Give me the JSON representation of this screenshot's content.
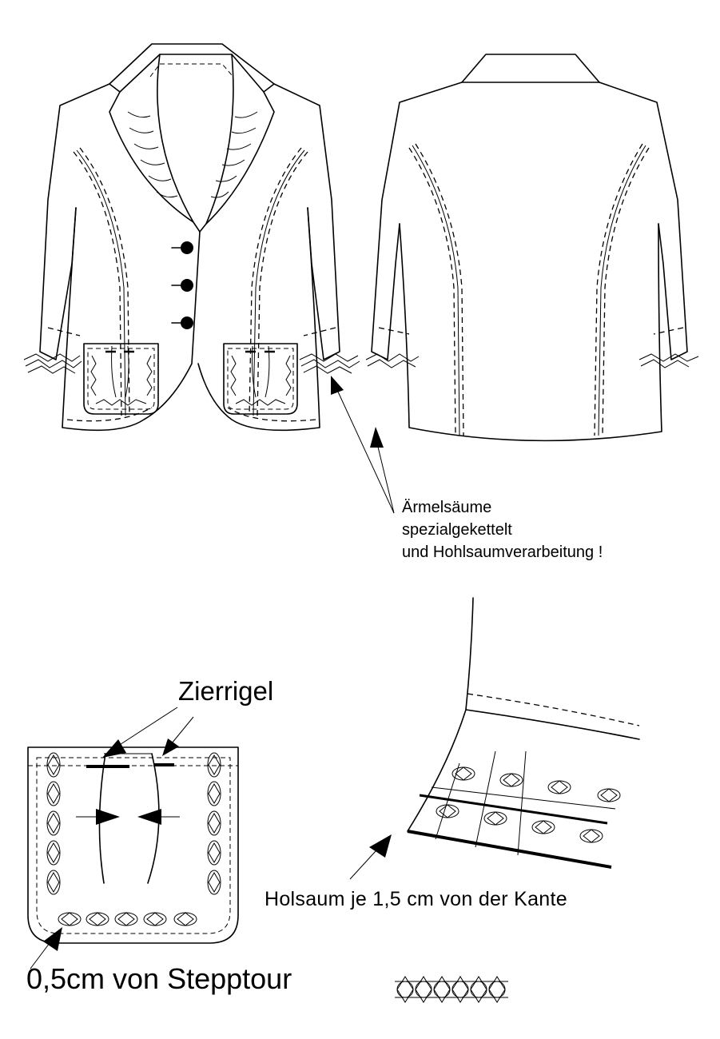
{
  "labels": {
    "sleeve_note": [
      "Ärmelsäume",
      "spezialgekettelt",
      "und Hohlsaumverarbeitung !"
    ],
    "zierrigel": "Zierrigel",
    "holsaum": "Holsaum je 1,5 cm von der Kante",
    "stepptour": "0,5cm von Stepptour"
  }
}
